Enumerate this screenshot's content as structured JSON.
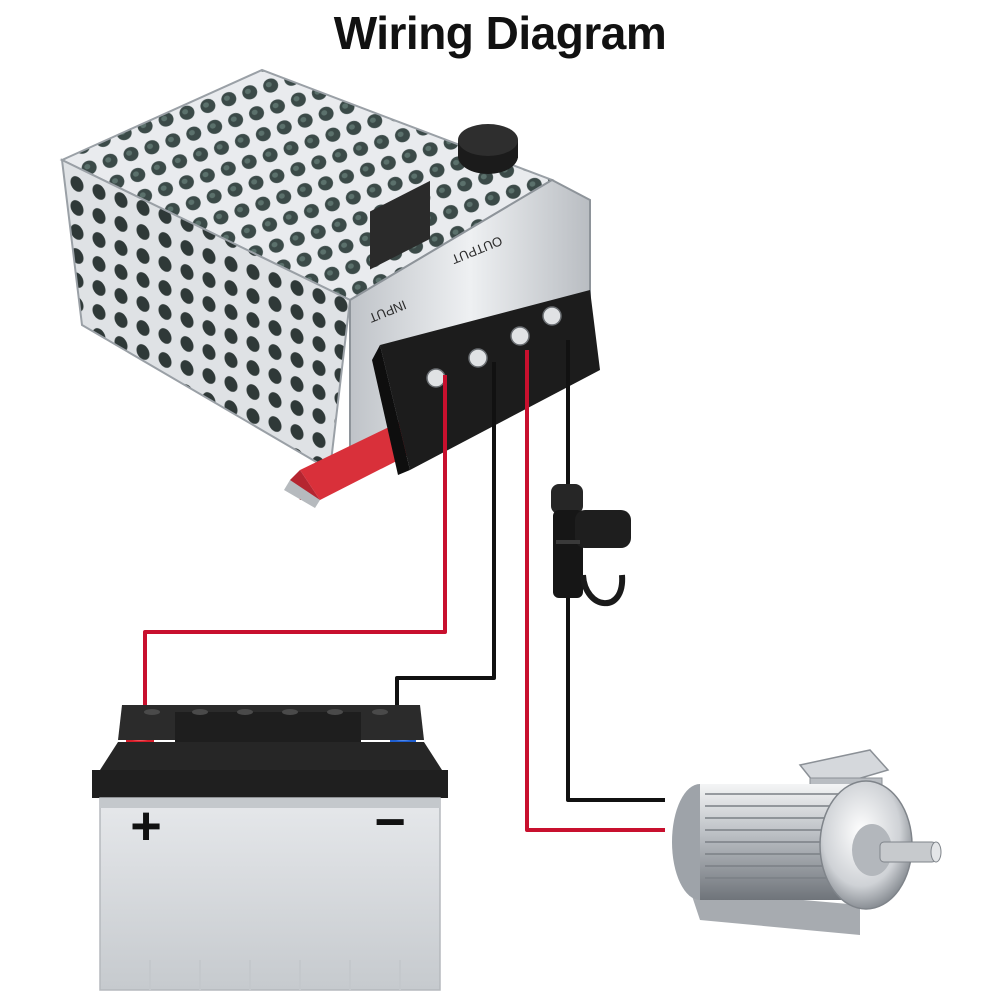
{
  "title": "Wiring Diagram",
  "controller": {
    "input_label": "INPUT",
    "output_label": "OUTPUT"
  },
  "battery": {
    "positive_sign": "+",
    "negative_sign": "−"
  },
  "colors": {
    "positive_wire": "#c8102e",
    "negative_wire": "#111111",
    "positive_terminal": "#d81e2a",
    "negative_terminal": "#1f5fd1",
    "enclosure": "#e3e5e8",
    "terminal_block": "#1c1c1c",
    "pcb": "#d9303a",
    "battery_case": "#d8dbdf",
    "battery_lid": "#262626",
    "motor_body": "#c9ccd0"
  },
  "icons": [
    "speed-controller",
    "fuse-holder",
    "battery",
    "electric-motor"
  ]
}
